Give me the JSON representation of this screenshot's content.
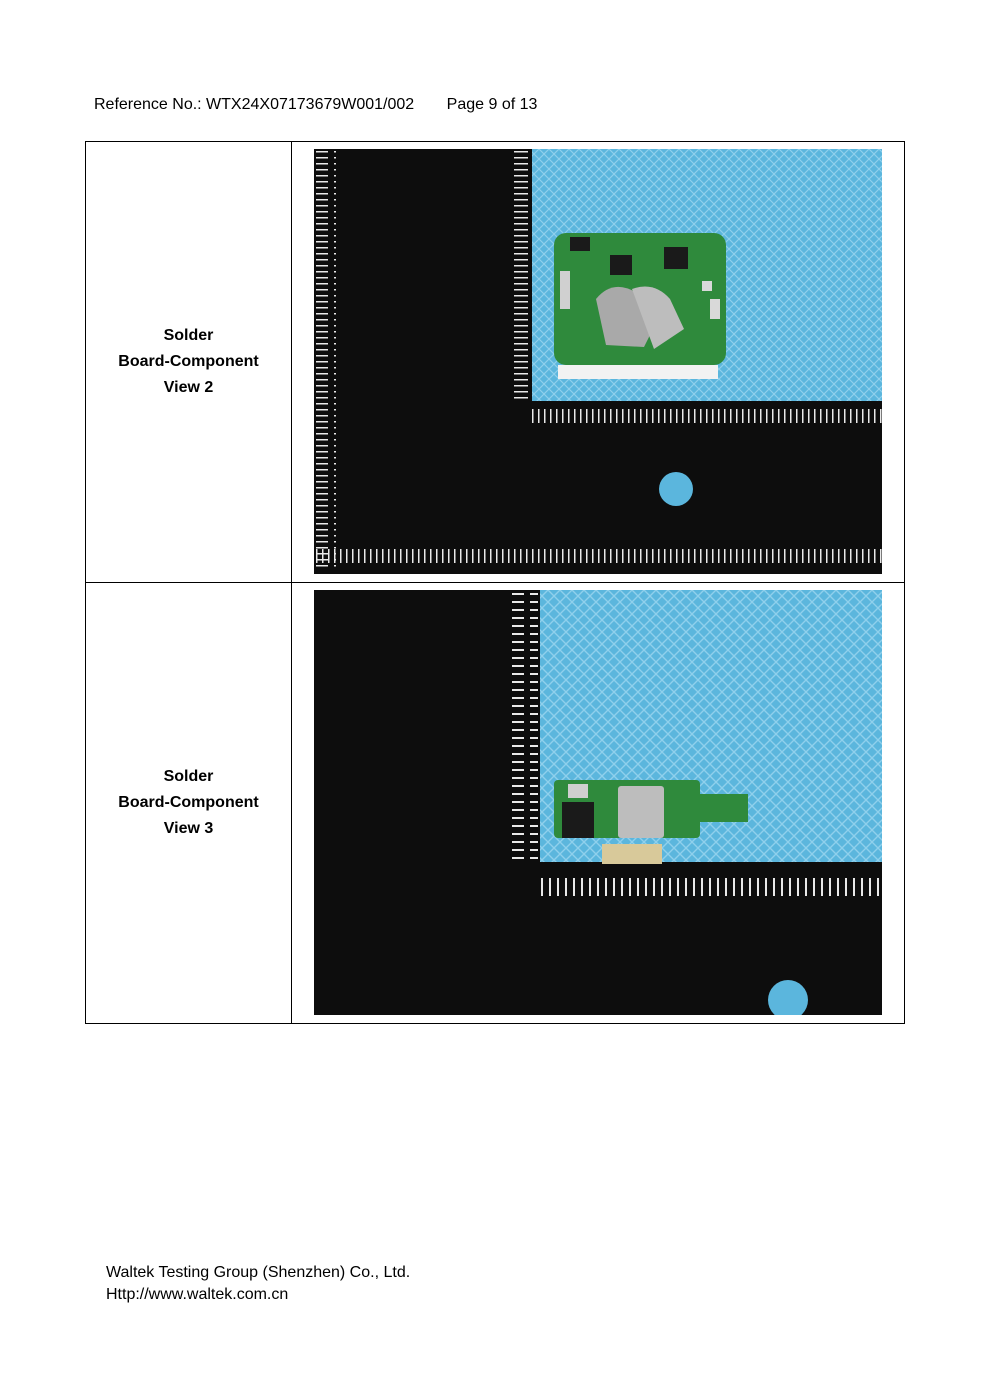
{
  "header": {
    "reference": "Reference No.: WTX24X07173679W001/002",
    "page": "Page 9 of 13"
  },
  "rows": [
    {
      "label": [
        "Solder",
        "Board-Component",
        "View 2"
      ]
    },
    {
      "label": [
        "Solder",
        "Board-Component",
        "View 3"
      ]
    }
  ],
  "footer": {
    "company": "Waltek Testing Group (Shenzhen) Co., Ltd.",
    "url": "Http://www.waltek.com.cn"
  },
  "colors": {
    "fabric": "#5bb6dd",
    "ruler": "#0d0d0d",
    "pcb": "#2f8a3c"
  }
}
